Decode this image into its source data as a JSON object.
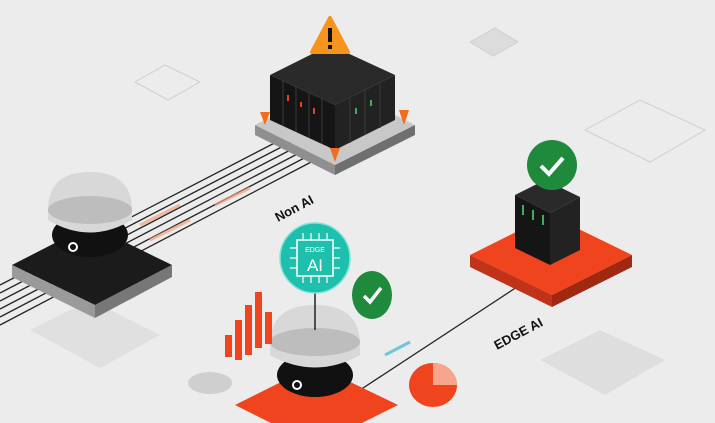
{
  "labels": {
    "non_ai": "Non AI",
    "edge_ai": "EDGE AI"
  },
  "chip": {
    "top": "EDGE",
    "main": "AI"
  },
  "icons": [
    "warning-icon",
    "check-icon",
    "check-icon",
    "server-rack",
    "dome-camera",
    "ai-chip-icon",
    "bar-chart-icon",
    "pie-chart-icon",
    "traffic-cone"
  ],
  "colors": {
    "background": "#ececec",
    "accent_red": "#f0441f",
    "warning": "#f7941d",
    "success": "#1f8a3c",
    "chip": "#1fbfae",
    "server": "#1a1a1a"
  }
}
